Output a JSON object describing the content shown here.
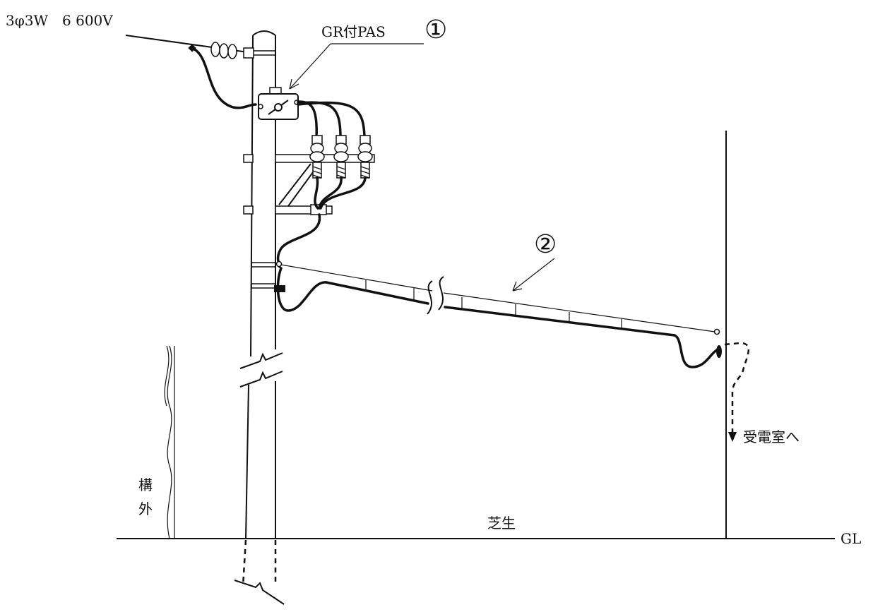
{
  "labels": {
    "supply": "3φ3W　6 600V",
    "pas": "GR付PAS",
    "circle1": "①",
    "circle2": "②",
    "to_room": "受電室へ",
    "outside_1": "構",
    "outside_2": "外",
    "lawn": "芝生",
    "ground": "GL"
  }
}
